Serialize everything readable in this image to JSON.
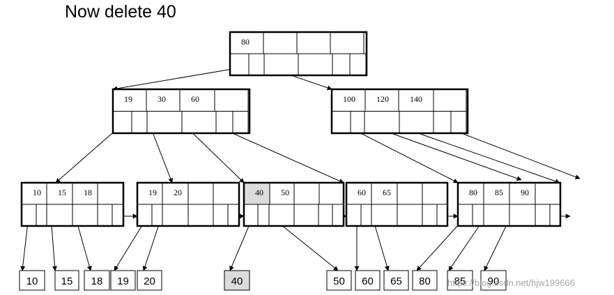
{
  "title": "Now delete 40",
  "colors": {
    "highlight_fill": "#dcdcdc",
    "highlight_text": "#cc0000",
    "line": "#000000",
    "watermark": "#8a8a8a"
  },
  "root": {
    "keys": [
      "80",
      "",
      "",
      ""
    ]
  },
  "internal_left": {
    "keys": [
      "19",
      "30",
      "60",
      ""
    ]
  },
  "internal_right": {
    "keys": [
      "100",
      "120",
      "140",
      ""
    ]
  },
  "leaves": [
    {
      "keys": [
        "10",
        "15",
        "18",
        ""
      ]
    },
    {
      "keys": [
        "19",
        "20",
        "",
        ""
      ]
    },
    {
      "keys": [
        "40",
        "50",
        "",
        ""
      ],
      "highlight_key": "40"
    },
    {
      "keys": [
        "60",
        "65",
        "",
        ""
      ]
    },
    {
      "keys": [
        "80",
        "85",
        "90",
        ""
      ]
    }
  ],
  "records": [
    {
      "value": "10"
    },
    {
      "value": "15"
    },
    {
      "value": "18"
    },
    {
      "value": "19"
    },
    {
      "value": "20"
    },
    {
      "value": "40",
      "highlight": true
    },
    {
      "value": "50"
    },
    {
      "value": "60"
    },
    {
      "value": "65"
    },
    {
      "value": "80"
    },
    {
      "value": "85"
    },
    {
      "value": "90"
    }
  ],
  "watermark": "https://blog.csdn.net/hjw199666"
}
